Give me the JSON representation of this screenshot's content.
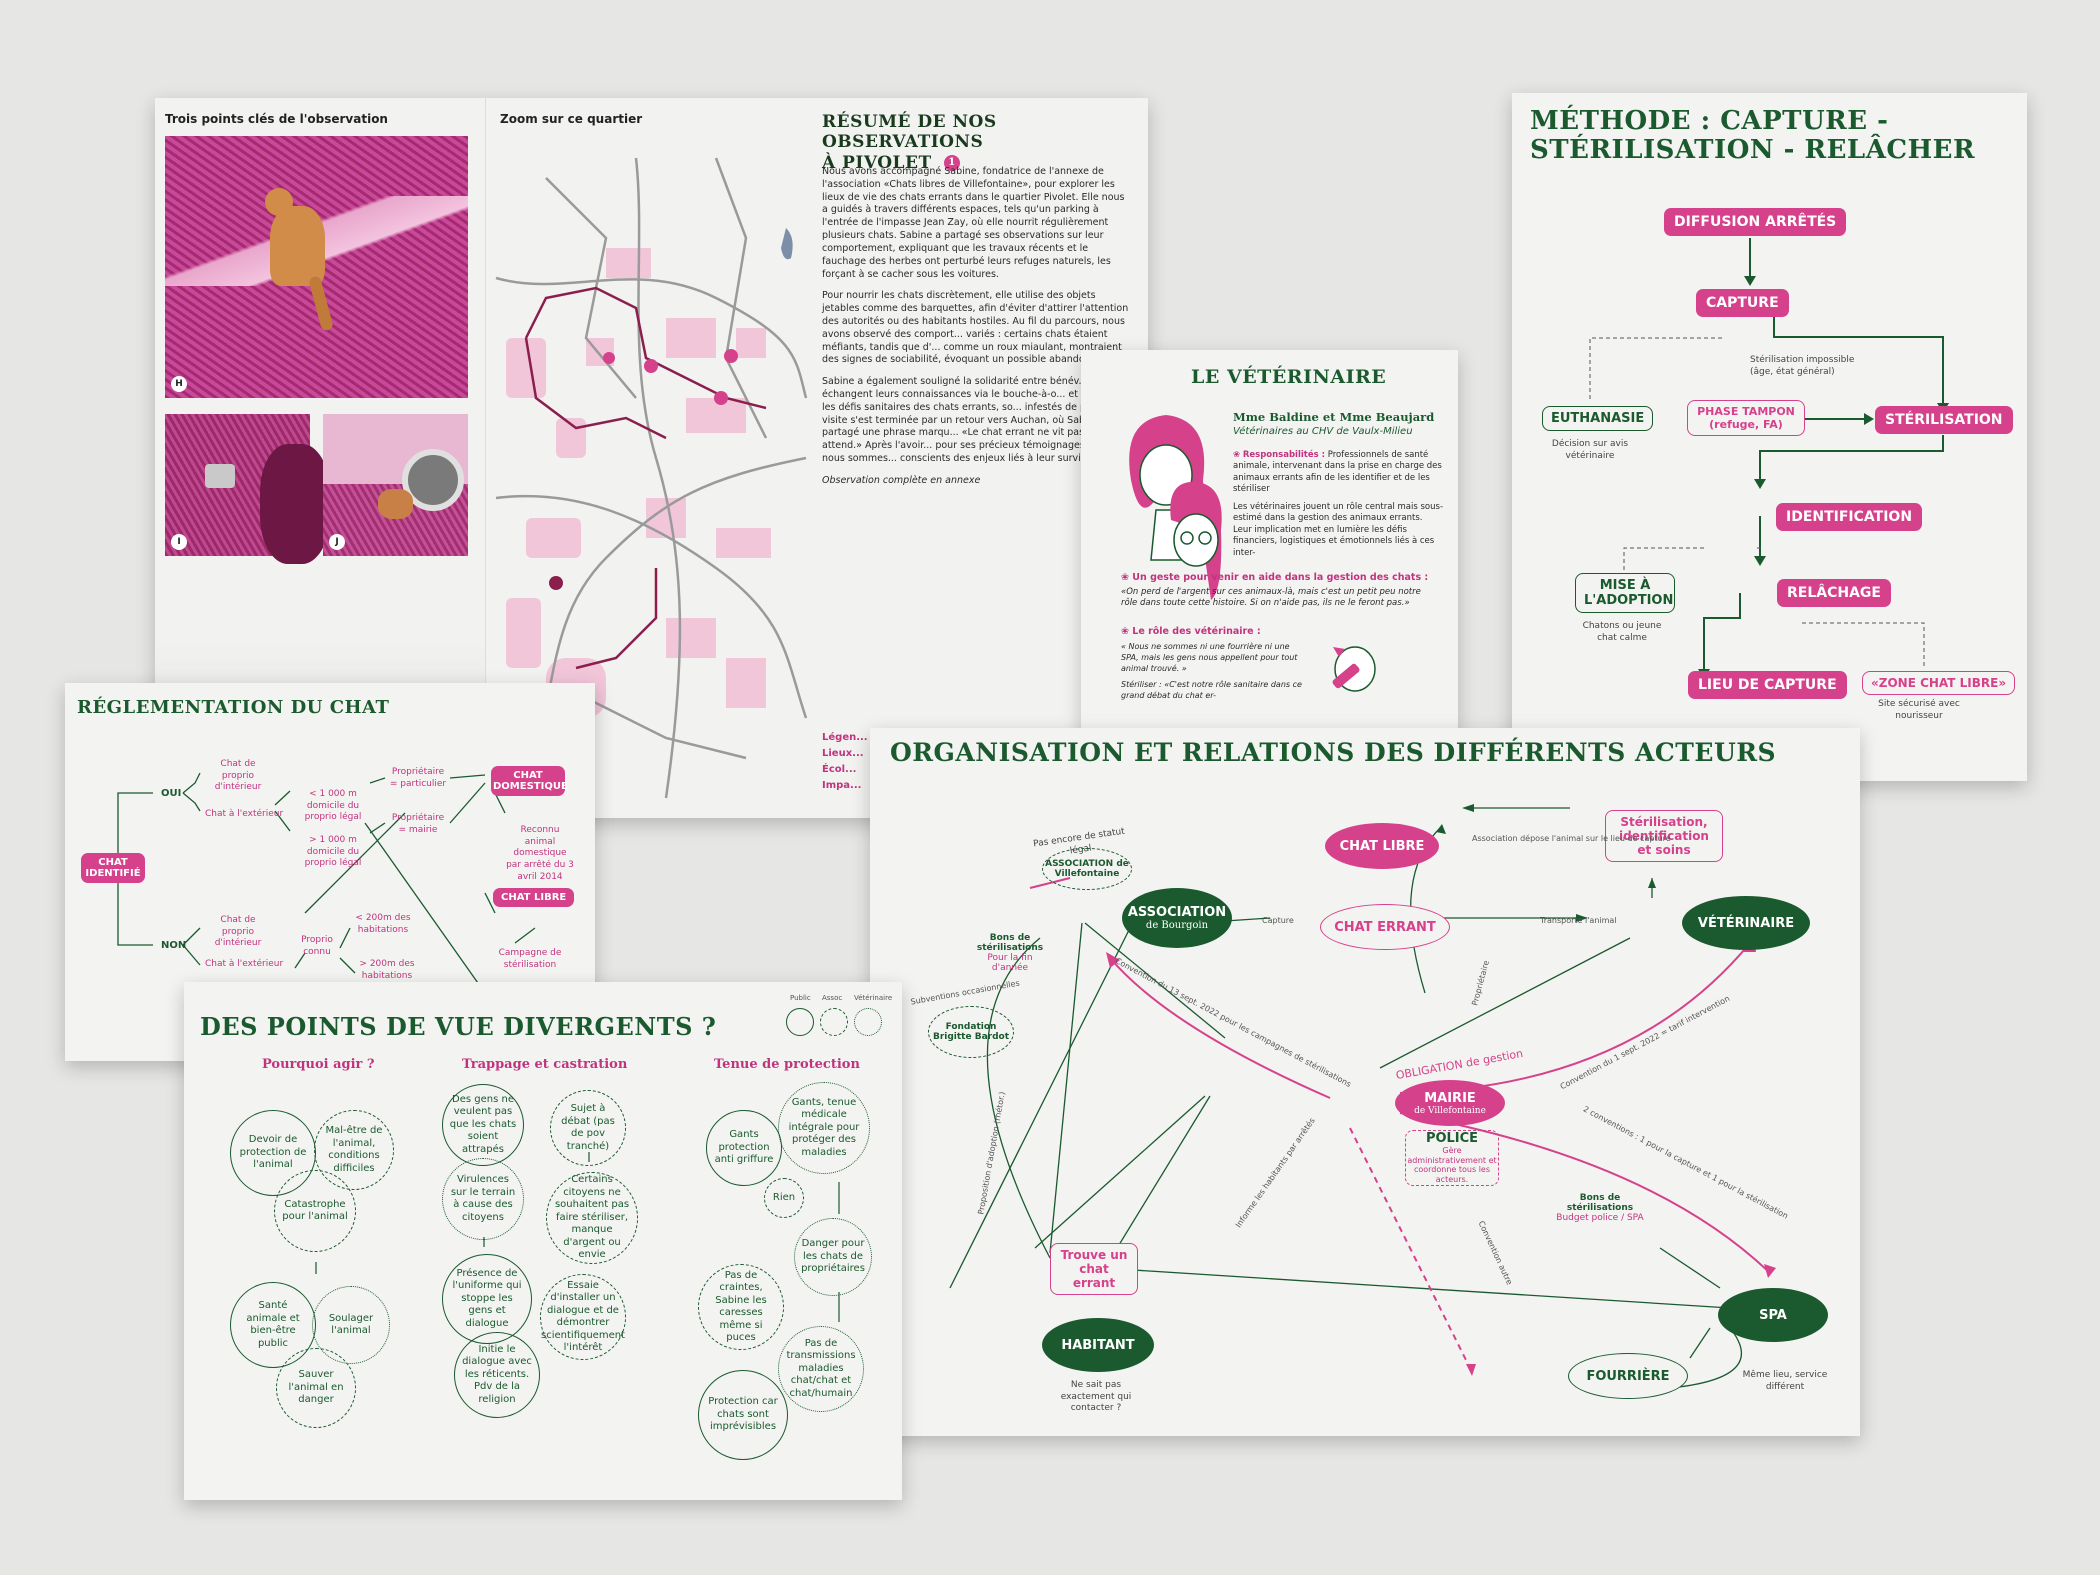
{
  "brochure": {
    "panel1_title": "Trois points clés de l'observation",
    "panel2_title": "Zoom sur ce quartier",
    "photo_tags": [
      "H",
      "I",
      "J"
    ],
    "summary_title_line1": "RÉSUMÉ DE NOS OBSERVATIONS",
    "summary_title_line2": "À PIVOLET",
    "summary_badge": "1",
    "summary_p1": "Nous avons accompagné Sabine, fondatrice de l'annexe de l'association «Chats libres de Villefontaine», pour explorer les lieux de vie des chats errants dans le quartier Pivolet. Elle nous a guidés à travers différents espaces, tels qu'un parking à l'entrée de l'impasse Jean Zay, où elle nourrit régulièrement plusieurs chats. Sabine a partagé ses observations sur leur comportement, expliquant que les travaux récents et le fauchage des herbes ont perturbé leurs refuges naturels, les forçant à se cacher sous les voitures.",
    "summary_p2": "Pour nourrir les chats discrètement, elle utilise des objets jetables comme des barquettes, afin d'éviter d'attirer l'attention des autorités ou des habitants hostiles. Au fil du parcours, nous avons observé des comport... variés : certains chats étaient méfiants, tandis que d'... comme un roux miaulant, montraient des signes de sociabilité, évoquant un possible abandon.",
    "summary_p3": "Sabine a également souligné la solidarité entre bénév... qui échangent leurs connaissances via le bouche-à-o... et a évoqué les défis sanitaires des chats errants, so... infestés de puces. La visite s'est terminée par un retour vers Auchan, où Sabine a partagé une phrase marqu... «Le chat errant ne vit pas, il attend.» Après l'avoir... pour ses précieux témoignages, nous nous sommes... conscients des enjeux liés à leur survie.",
    "summary_footer": "Observation complète en annexe",
    "legend_title": "Légen...",
    "legend_items": [
      "Lieux...",
      "Écol...",
      "Impa..."
    ]
  },
  "methode": {
    "title_line1": "MÉTHODE : CAPTURE -",
    "title_line2": "STÉRILISATION - RELÂCHER",
    "n_diffusion": "DIFFUSION ARRÊTÉS",
    "n_capture": "CAPTURE",
    "n_euthanasie": "EUTHANASIE",
    "n_phase": "PHASE TAMPON (refuge, FA)",
    "n_sterilisation": "STÉRILISATION",
    "n_identification": "IDENTIFICATION",
    "n_adoption": "MISE À L'ADOPTION",
    "n_relachage": "RELÂCHAGE",
    "n_lieu": "LIEU DE CAPTURE",
    "n_zone": "«ZONE CHAT LIBRE»",
    "note_impossible": "Stérilisation impossible (âge, état général)",
    "note_euth": "Décision sur avis vétérinaire",
    "note_adopt": "Chatons ou jeune chat calme",
    "note_zone": "Site sécurisé avec nourisseur"
  },
  "veto": {
    "title": "LE VÉTÉRINAIRE",
    "names": "Mme Baldine et Mme Beaujard",
    "role": "Vétérinaires au CHV de Vaulx-Milieu",
    "resp_label": "Responsabilités :",
    "resp_text": "Professionnels de santé animale, intervenant dans la prise en charge des animaux errants afin de les identifier et de les stériliser",
    "p2": "Les vétérinaires jouent un rôle central mais sous-estimé dans la gestion des animaux errants. Leur implication met en lumière les défis financiers, logistiques et émotionnels liés à ces inter-",
    "h_geste": "Un geste pour venir en aide dans la gestion des chats :",
    "q_geste": "«On perd de l'argent sur ces animaux-là, mais c'est un petit peu notre rôle dans toute cette histoire. Si on n'aide pas, ils ne le feront pas.»",
    "h_role": "Le rôle des vétérinaire :",
    "q_role": "« Nous ne sommes ni une fourrière ni une SPA, mais les gens nous appellent pour tout animal trouvé. »",
    "q_role2": "Stériliser : «C'est notre rôle sanitaire dans ce grand débat du chat er-"
  },
  "regl": {
    "title": "RÉGLEMENTATION DU CHAT",
    "n_identifie": "CHAT IDENTIFIÉ",
    "n_oui": "OUI",
    "n_non": "NON",
    "n_domestique": "CHAT DOMESTIQUE",
    "n_libre": "CHAT LIBRE",
    "l_int1": "Chat de proprio d'intérieur",
    "l_ext1": "Chat à l'extérieur",
    "l_1000a": "< 1 000 m domicile du proprio légal",
    "l_1000b": "> 1 000 m domicile du proprio légal",
    "l_part": "Propriétaire = particulier",
    "l_mairie": "Propriétaire = mairie",
    "l_reconnu": "Reconnu animal domestique par arrêté du 3 avril 2014",
    "l_int2": "Chat de proprio d'intérieur",
    "l_ext2": "Chat à l'extérieur",
    "l_proprio": "Proprio connu",
    "l_200a": "< 200m des habitations",
    "l_200b": "> 200m des habitations",
    "l_campagne": "Campagne de stérilisation"
  },
  "orga": {
    "title": "ORGANISATION ET RELATIONS DES DIFFÉRENTS ACTEURS",
    "chat_libre": "CHAT LIBRE",
    "soins": "Stérilisation, identification et soins",
    "assoc_v": "ASSOCIATION de Villefontaine",
    "assoc_v_note": "Pas encore de statut légal",
    "assoc_b": "ASSOCIATION",
    "assoc_b_sub": "de Bourgoin",
    "chat_errant": "CHAT ERRANT",
    "veterinaire": "VÉTÉRINAIRE",
    "bons1": "Bons de stérilisations",
    "bons1_note": "Pour la fin d'année",
    "fondation": "Fondation Brigitte Bardot",
    "subventions": "Subventions occasionnelles",
    "mairie": "MAIRIE",
    "mairie_sub": "de Villefontaine",
    "police": "POLICE",
    "obligation": "OBLIGATION de gestion",
    "mairie_note": "Gère administrativement et coordonne tous les acteurs.",
    "bons2": "Bons de stérilisations",
    "bons2_note": "Budget police / SPA",
    "trouve": "Trouve un chat errant",
    "habitant": "HABITANT",
    "habitant_note": "Ne sait pas exactement qui contacter ?",
    "spa": "SPA",
    "fourriere": "FOURRIÈRE",
    "meme_lieu": "Même lieu, service différent",
    "e_depose": "Association dépose l'animal sur le lieu de capture",
    "e_capture": "Capture",
    "e_transporte": "Transporte l'animal",
    "e_proprietaire": "Propriétaire",
    "e_conv13": "Convention du 13 sept. 2022 pour les campagnes de stérilisations",
    "e_conv1": "Convention du 1 sept. 2022 = tarif intervention",
    "e_2conv": "2 conventions : 1 pour la capture et 1 pour la stérilisation",
    "e_adoption": "Proposition d'adoption (rhétor.)",
    "e_informe": "Informe les habitants par arrêtés",
    "e_conv_autre": "Convention autre"
  },
  "vues": {
    "title": "DES POINTS DE VUE DIVERGENTS ?",
    "legend": [
      "Public",
      "Assoc",
      "Vétérinaire"
    ],
    "col1": "Pourquoi agir ?",
    "col2": "Trappage et castration",
    "col3": "Tenue de protection",
    "c1": [
      "Devoir de protection de l'animal",
      "Mal-être de l'animal, conditions difficiles",
      "Catastrophe pour l'animal",
      "Santé animale et bien-être public",
      "Soulager l'animal",
      "Sauver l'animal en danger"
    ],
    "c2": [
      "Des gens ne veulent pas que les chats soient attrapés",
      "Sujet à débat (pas de pov tranché)",
      "Virulences sur le terrain à cause des citoyens",
      "Certains citoyens ne souhaitent pas faire stériliser, manque d'argent ou envie",
      "Présence de l'uniforme qui stoppe les gens et dialogue",
      "Essaie d'installer un dialogue et de démontrer scientifiquement l'intérêt",
      "Initie le dialogue avec les réticents. Pdv de la religion"
    ],
    "c3": [
      "Gants protection anti griffure",
      "Gants, tenue médicale intégrale pour protéger des maladies",
      "Rien",
      "Danger pour les chats de propriétaires",
      "Pas de craintes, Sabine les caresses même si puces",
      "Pas de transmissions maladies chat/chat et chat/humain",
      "Protection car chats sont imprévisibles"
    ]
  },
  "colors": {
    "green": "#1a5a2e",
    "pink": "#d6418c",
    "magenta_photo": "#b0307a"
  }
}
